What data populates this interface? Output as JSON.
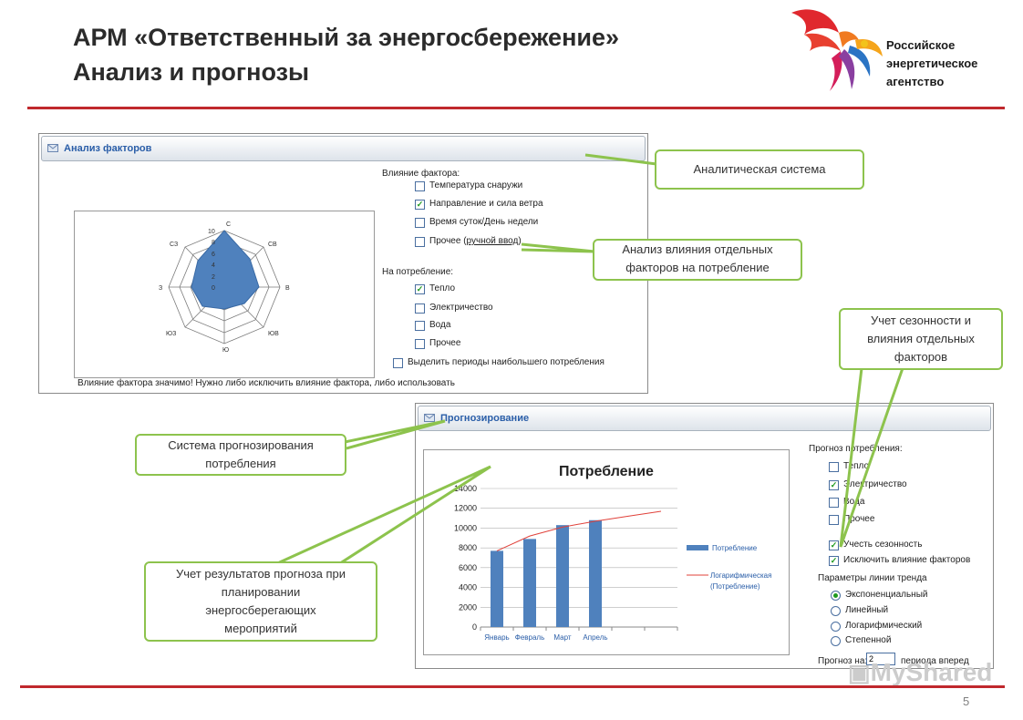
{
  "slide": {
    "title_line1": "АРМ «Ответственный за энергосбережение»",
    "title_line2": "Анализ и прогнозы",
    "agency_line1": "Российское",
    "agency_line2": "энергетическое",
    "agency_line3": "агентство",
    "page_number": "5",
    "watermark": "MyShared"
  },
  "factor_panel": {
    "title": "Анализ факторов",
    "influence_heading": "Влияние фактора:",
    "factors": [
      {
        "label": "Температура снаружи",
        "checked": false
      },
      {
        "label": "Направление и сила ветра",
        "checked": true
      },
      {
        "label": "Время суток/День недели",
        "checked": false
      },
      {
        "label": "Прочее (",
        "checked": false
      }
    ],
    "manual_link": "ручной ввод",
    "manual_close": ")",
    "consumption_heading": "На потребление:",
    "consumption": [
      {
        "label": "Тепло",
        "checked": true
      },
      {
        "label": "Электричество",
        "checked": false
      },
      {
        "label": "Вода",
        "checked": false
      },
      {
        "label": "Прочее",
        "checked": false
      }
    ],
    "highlight_label": "Выделить периоды наибольшего потребления",
    "footer": "Влияние фактора значимо! Нужно либо исключить влияние фактора, либо использовать",
    "radar": {
      "directions": [
        "С",
        "СВ",
        "В",
        "ЮВ",
        "Ю",
        "ЮЗ",
        "З",
        "СЗ"
      ],
      "ticks": [
        "10",
        "8",
        "6",
        "4",
        "2",
        "0"
      ]
    }
  },
  "forecast_panel": {
    "title": "Прогнозирование",
    "forecast_heading": "Прогноз потребления:",
    "resources": [
      {
        "label": "Тепло",
        "checked": false
      },
      {
        "label": "Электричество",
        "checked": true
      },
      {
        "label": "Вода",
        "checked": false
      },
      {
        "label": "Прочее",
        "checked": false
      }
    ],
    "seasonality_label": "Учесть сезонность",
    "exclude_label": "Исключить влияние факторов",
    "trend_heading": "Параметры линии тренда",
    "trends": [
      {
        "label": "Экспоненциальный",
        "selected": true
      },
      {
        "label": "Линейный",
        "selected": false
      },
      {
        "label": "Логарифмический",
        "selected": false
      },
      {
        "label": "Степенной",
        "selected": false
      }
    ],
    "forecast_for_label": "Прогноз на:",
    "forecast_value": "2",
    "periods_label": "периода вперед"
  },
  "chart_data": {
    "type": "bar",
    "title": "Потребление",
    "categories": [
      "Январь",
      "Февраль",
      "Март",
      "Апрель"
    ],
    "series": [
      {
        "name": "Потребление",
        "values": [
          7700,
          8900,
          10300,
          10800
        ],
        "color": "#4f81bd"
      }
    ],
    "trendline": {
      "name": "Логарифмическая (Потребление)",
      "color": "#e0413a",
      "values": [
        7700,
        9200,
        10100,
        10700,
        11200,
        11700
      ]
    },
    "ylim": [
      0,
      14000
    ],
    "yticks": [
      "0",
      "2000",
      "4000",
      "6000",
      "8000",
      "10000",
      "12000",
      "14000"
    ],
    "legend": "right",
    "grid": true
  },
  "callouts": {
    "analytics": "Аналитическая система",
    "factor_analysis": "Анализ влияния отдельных факторов на потребление",
    "seasonality": "Учет сезонности и влияния отдельных факторов",
    "forecast_system": "Система прогнозирования потребления",
    "planning": "Учет результатов прогноза при планировании энергосберегающих мероприятий"
  },
  "colors": {
    "accent_red": "#c0282d",
    "callout_green": "#8dc34d",
    "panel_title_blue": "#2a5ea8",
    "bar_blue": "#4f81bd"
  }
}
